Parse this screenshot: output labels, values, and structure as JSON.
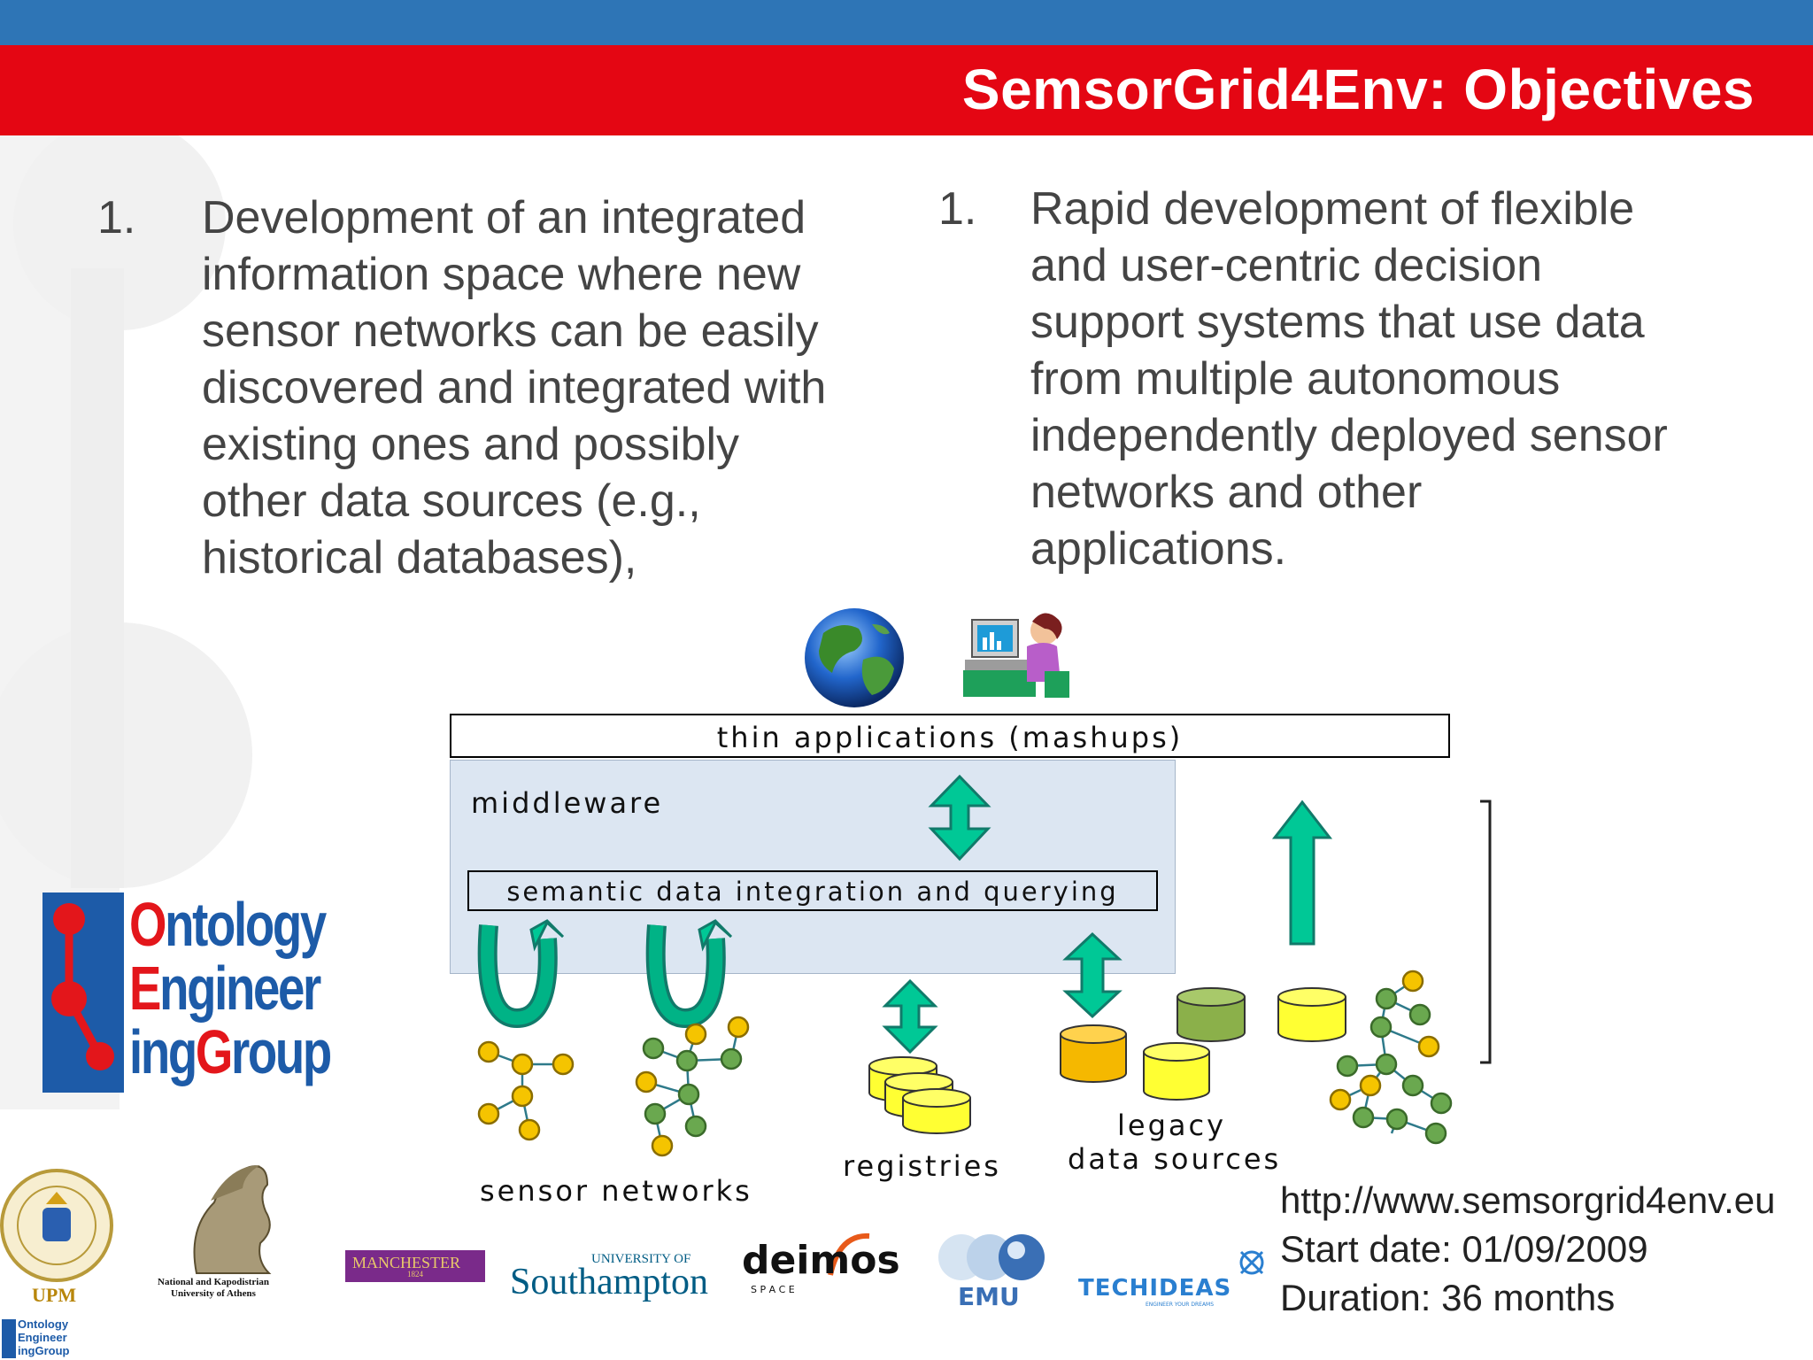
{
  "title": "SemsorGrid4Env: Objectives",
  "objectives": [
    {
      "number": "1.",
      "lines": [
        "Development of an integrated",
        "information space where new",
        "sensor networks can be easily",
        "discovered and integrated with",
        "existing ones and possibly",
        "other data sources (e.g.,",
        "historical databases),"
      ]
    },
    {
      "number": "1.",
      "lines": [
        "Rapid development of flexible",
        "and user-centric decision",
        "support systems that use data",
        "from multiple autonomous",
        "independently deployed sensor",
        "networks and other",
        "applications."
      ]
    }
  ],
  "diagram": {
    "thin_apps": "thin applications (mashups)",
    "middleware": "middleware",
    "semantic": "semantic data integration and querying",
    "sensor_networks": "sensor networks",
    "registries": "registries",
    "legacy_line1": "legacy",
    "legacy_line2": "data sources"
  },
  "info": {
    "url": "http://www.semsorgrid4env.eu",
    "start": "Start date: 01/09/2009",
    "duration": "Duration: 36 months"
  },
  "oeg_logo": {
    "line1_first": "O",
    "line1_rest": "ntology",
    "line2_first": "E",
    "line2_rest": "ngineer",
    "line3_a": "ing",
    "line3_b": "G",
    "line3_c": "roup"
  },
  "partner_logos": {
    "upm": "UPM",
    "athens_line1": "National and Kapodistrian",
    "athens_line2": "University of Athens",
    "manchester": "MANCHESTER",
    "manchester_year": "1824",
    "southampton_small": "UNIVERSITY OF",
    "southampton": "Southampton",
    "deimos": "deimos",
    "deimos_sub": "S P A C E",
    "emu": "EMU",
    "techideas": "TECHIDEAS",
    "techideas_sub": "ENGINEER YOUR DREAMS"
  },
  "mini_logo": [
    "Ontology",
    "Engineer",
    "ingGroup"
  ],
  "colors": {
    "top_bar": "#2e75b6",
    "title_bar": "#e40613",
    "arrow": "#00c896",
    "node_yellow": "#f5c400",
    "node_green": "#6aa84f",
    "middleware_bg": "#dce6f2"
  }
}
